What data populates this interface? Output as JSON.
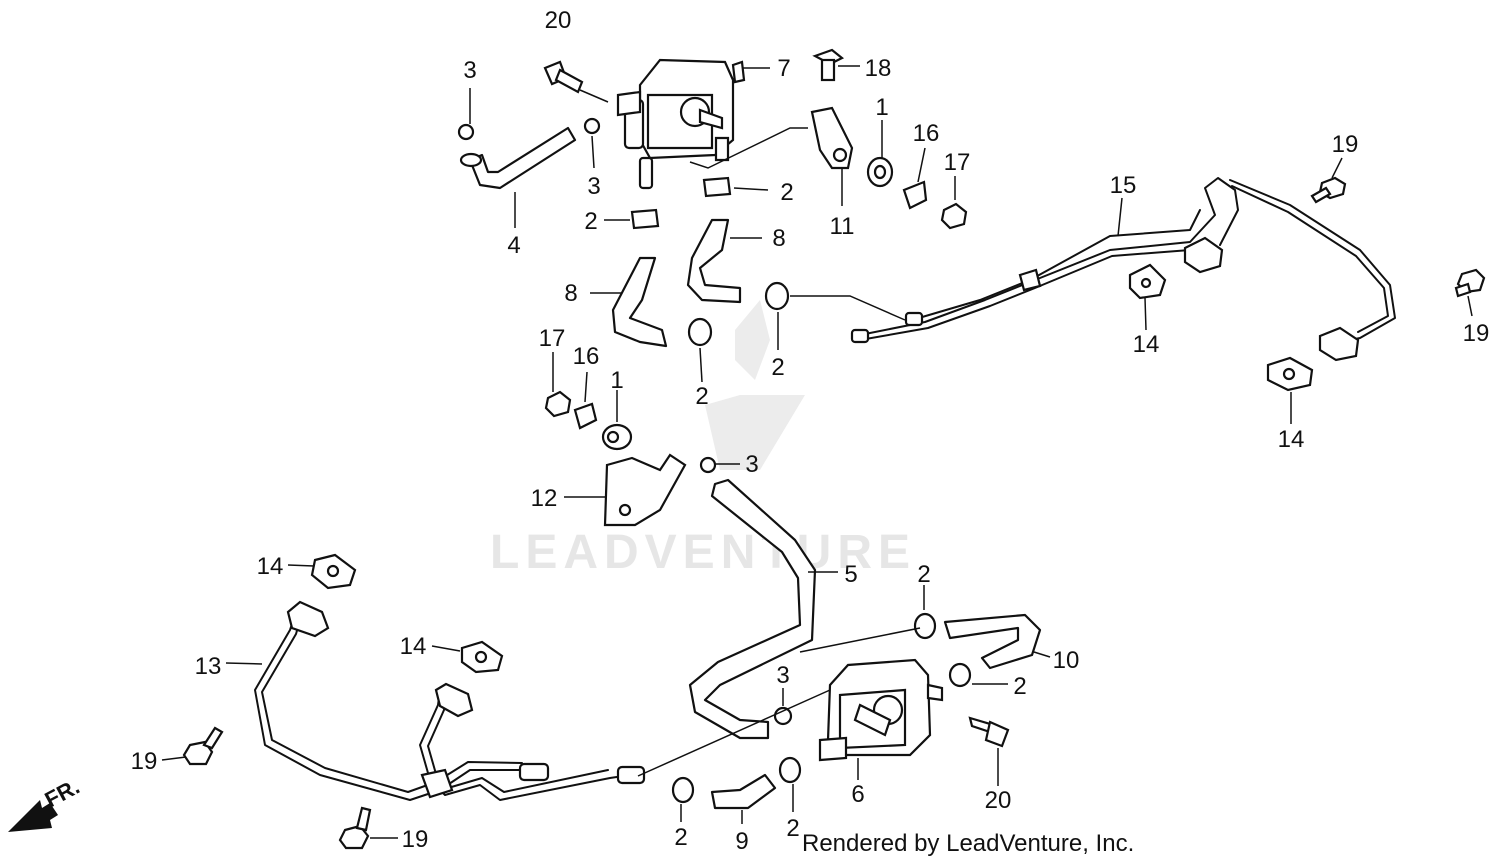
{
  "watermark": "LEADVENTURE",
  "credit": "Rendered by LeadVenture, Inc.",
  "direction_label": "FR.",
  "callouts": [
    {
      "id": "c20a",
      "text": "20"
    },
    {
      "id": "c3a",
      "text": "3"
    },
    {
      "id": "c7",
      "text": "7"
    },
    {
      "id": "c18",
      "text": "18"
    },
    {
      "id": "c1a",
      "text": "1"
    },
    {
      "id": "c16a",
      "text": "16"
    },
    {
      "id": "c17a",
      "text": "17"
    },
    {
      "id": "c19a",
      "text": "19"
    },
    {
      "id": "c15",
      "text": "15"
    },
    {
      "id": "c3b",
      "text": "3"
    },
    {
      "id": "c2a",
      "text": "2"
    },
    {
      "id": "c11",
      "text": "11"
    },
    {
      "id": "c4",
      "text": "4"
    },
    {
      "id": "c2b",
      "text": "2"
    },
    {
      "id": "c8a",
      "text": "8"
    },
    {
      "id": "c8b",
      "text": "8"
    },
    {
      "id": "c14a",
      "text": "14"
    },
    {
      "id": "c19b",
      "text": "19"
    },
    {
      "id": "c17b",
      "text": "17"
    },
    {
      "id": "c16b",
      "text": "16"
    },
    {
      "id": "c1b",
      "text": "1"
    },
    {
      "id": "c2c",
      "text": "2"
    },
    {
      "id": "c2d",
      "text": "2"
    },
    {
      "id": "c14b",
      "text": "14"
    },
    {
      "id": "c3c",
      "text": "3"
    },
    {
      "id": "c12",
      "text": "12"
    },
    {
      "id": "c14c",
      "text": "14"
    },
    {
      "id": "c5",
      "text": "5"
    },
    {
      "id": "c2e",
      "text": "2"
    },
    {
      "id": "c14d",
      "text": "14"
    },
    {
      "id": "c13",
      "text": "13"
    },
    {
      "id": "c10",
      "text": "10"
    },
    {
      "id": "c3d",
      "text": "3"
    },
    {
      "id": "c2f",
      "text": "2"
    },
    {
      "id": "c19c",
      "text": "19"
    },
    {
      "id": "c6",
      "text": "6"
    },
    {
      "id": "c20b",
      "text": "20"
    },
    {
      "id": "c19d",
      "text": "19"
    },
    {
      "id": "c2g",
      "text": "2"
    },
    {
      "id": "c9",
      "text": "9"
    },
    {
      "id": "c2h",
      "text": "2"
    }
  ]
}
